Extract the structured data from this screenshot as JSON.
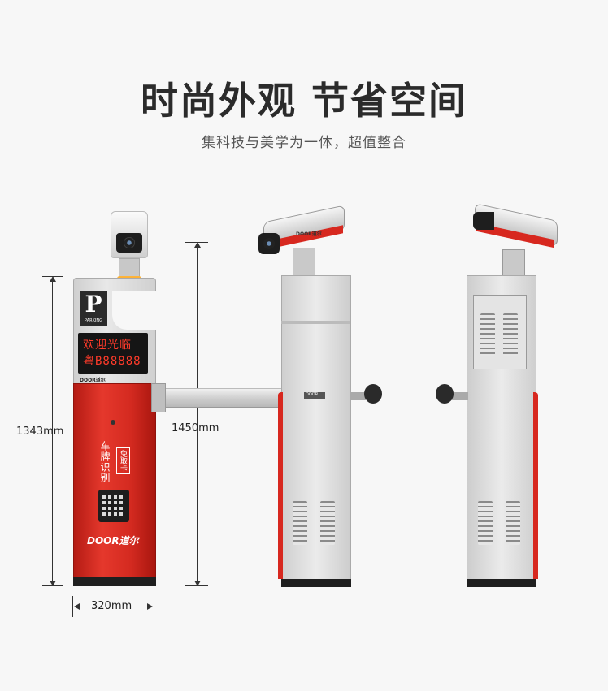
{
  "header": {
    "title": "时尚外观 节省空间",
    "subtitle": "集科技与美学为一体，超值整合"
  },
  "dimensions": {
    "height_main": "1343mm",
    "height_total": "1450mm",
    "width": "320mm"
  },
  "front_device": {
    "parking_sign_letter": "P",
    "parking_sign_text": "PARKING",
    "led_line1": "欢迎光临",
    "led_line2": "粤B88888",
    "brand_small": "DOOR道尔",
    "panel_text": "车牌识别",
    "card_text": "免取卡",
    "brand_logo": "DOOR道尔"
  },
  "side_devices": {
    "camera_brand": "DOOR道尔",
    "plate_label": "DOOR"
  },
  "colors": {
    "accent_red": "#d7281f",
    "body_gray": "#dcdcdc",
    "background": "#f7f7f7"
  }
}
